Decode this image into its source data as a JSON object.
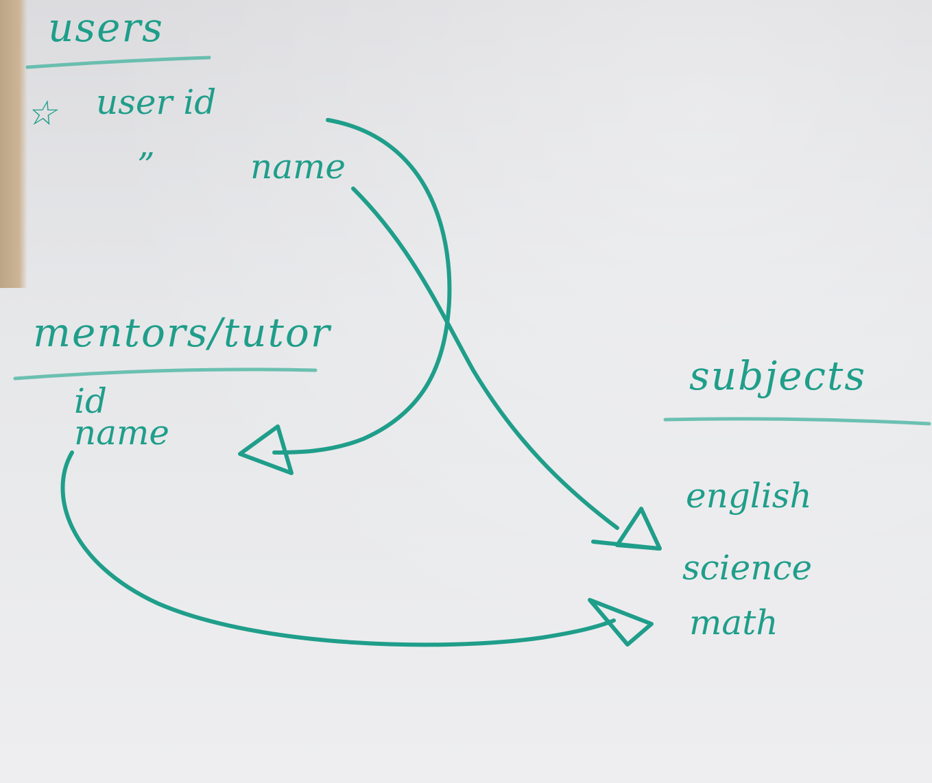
{
  "colors": {
    "ink": "#1f9e8a",
    "paper": "#e6e7e9"
  },
  "users": {
    "title": "users",
    "fields": [
      "user id",
      "name"
    ],
    "key_mark": "☆",
    "ditto_mark": "”"
  },
  "mentors": {
    "title": "mentors/tutor",
    "fields": [
      "id",
      "name"
    ]
  },
  "subjects": {
    "title": "subjects",
    "items": [
      "english",
      "science",
      "math"
    ]
  },
  "relations": [
    {
      "from": "users.user id",
      "to": "mentors/tutor.name"
    },
    {
      "from": "users.name",
      "to": "subjects.english"
    },
    {
      "from": "mentors/tutor.name",
      "to": "subjects.math"
    }
  ]
}
